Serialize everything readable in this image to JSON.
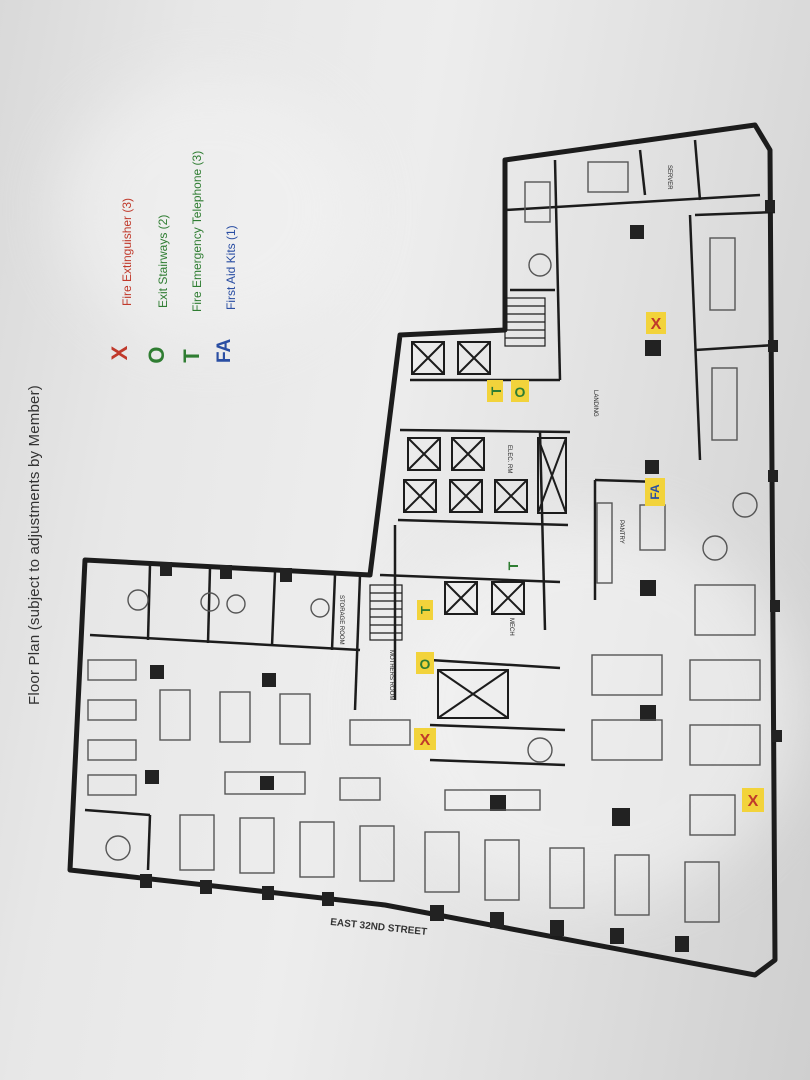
{
  "title": "Floor Plan (subject to adjustments by Member)",
  "legend": [
    {
      "symbol": "X",
      "label": "Fire Extinguisher (3)",
      "color": "#c0392b"
    },
    {
      "symbol": "O",
      "label": "Exit Stairways (2)",
      "color": "#2f7d32"
    },
    {
      "symbol": "T",
      "label": "Fire Emergency Telephone (3)",
      "color": "#2f7d32"
    },
    {
      "symbol": "FA",
      "label": "First Aid Kits (1)",
      "color": "#2a4ea3"
    }
  ],
  "street": "EAST 32ND STREET",
  "rooms": {
    "server": "SERVER",
    "landing": "LANDING",
    "pantry": "PANTRY",
    "storage": "STORAGE ROOM",
    "mothers": "MOTHERS ROOM",
    "elec": "ELEC. RM",
    "mech": "MECH"
  },
  "markers": [
    {
      "code": "X"
    },
    {
      "code": "T"
    },
    {
      "code": "O"
    },
    {
      "code": "FA"
    },
    {
      "code": "T"
    },
    {
      "code": "T"
    },
    {
      "code": "O"
    },
    {
      "code": "X"
    },
    {
      "code": "X"
    }
  ],
  "colors": {
    "marker_bg": "#f2d33b",
    "wall": "#1c1c1c",
    "furniture": "#555555"
  }
}
